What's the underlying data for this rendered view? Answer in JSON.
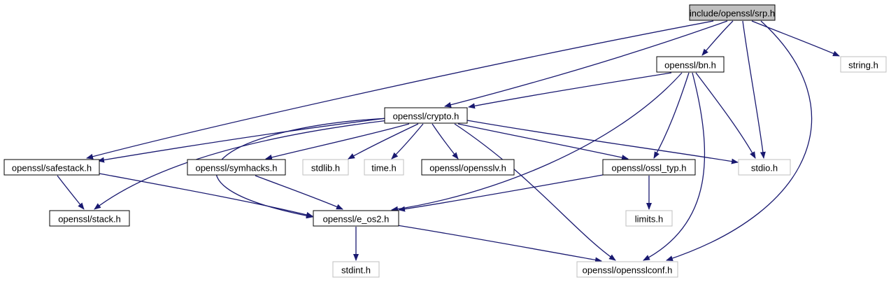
{
  "colors": {
    "edge": "#191970",
    "root_fill": "#bfbfbf",
    "root_border": "#000000",
    "doc_border": "#000000",
    "external_border": "#bfbfbf",
    "node_fill": "#ffffff"
  },
  "nodes": [
    {
      "id": "srp",
      "label": "include/openssl/srp.h",
      "kind": "root"
    },
    {
      "id": "bn",
      "label": "openssl/bn.h",
      "kind": "documented"
    },
    {
      "id": "string",
      "label": "string.h",
      "kind": "external"
    },
    {
      "id": "crypto",
      "label": "openssl/crypto.h",
      "kind": "documented"
    },
    {
      "id": "safestack",
      "label": "openssl/safestack.h",
      "kind": "documented"
    },
    {
      "id": "symhacks",
      "label": "openssl/symhacks.h",
      "kind": "documented"
    },
    {
      "id": "stdlib",
      "label": "stdlib.h",
      "kind": "external"
    },
    {
      "id": "time",
      "label": "time.h",
      "kind": "external"
    },
    {
      "id": "opensslv",
      "label": "openssl/opensslv.h",
      "kind": "documented"
    },
    {
      "id": "ossl_typ",
      "label": "openssl/ossl_typ.h",
      "kind": "documented"
    },
    {
      "id": "stdio",
      "label": "stdio.h",
      "kind": "external"
    },
    {
      "id": "stack",
      "label": "openssl/stack.h",
      "kind": "documented"
    },
    {
      "id": "e_os2",
      "label": "openssl/e_os2.h",
      "kind": "documented"
    },
    {
      "id": "limits",
      "label": "limits.h",
      "kind": "external"
    },
    {
      "id": "stdint",
      "label": "stdint.h",
      "kind": "external"
    },
    {
      "id": "opensslconf",
      "label": "openssl/opensslconf.h",
      "kind": "external"
    }
  ],
  "edges": [
    {
      "from": "srp",
      "to": "bn"
    },
    {
      "from": "srp",
      "to": "string"
    },
    {
      "from": "srp",
      "to": "crypto"
    },
    {
      "from": "srp",
      "to": "safestack"
    },
    {
      "from": "srp",
      "to": "stdio"
    },
    {
      "from": "srp",
      "to": "opensslconf"
    },
    {
      "from": "bn",
      "to": "crypto"
    },
    {
      "from": "bn",
      "to": "e_os2"
    },
    {
      "from": "bn",
      "to": "ossl_typ"
    },
    {
      "from": "bn",
      "to": "stdio"
    },
    {
      "from": "bn",
      "to": "opensslconf"
    },
    {
      "from": "crypto",
      "to": "safestack"
    },
    {
      "from": "crypto",
      "to": "stack"
    },
    {
      "from": "crypto",
      "to": "e_os2"
    },
    {
      "from": "crypto",
      "to": "symhacks"
    },
    {
      "from": "crypto",
      "to": "stdlib"
    },
    {
      "from": "crypto",
      "to": "time"
    },
    {
      "from": "crypto",
      "to": "opensslv"
    },
    {
      "from": "crypto",
      "to": "ossl_typ"
    },
    {
      "from": "crypto",
      "to": "stdio"
    },
    {
      "from": "crypto",
      "to": "opensslconf"
    },
    {
      "from": "safestack",
      "to": "stack"
    },
    {
      "from": "safestack",
      "to": "e_os2"
    },
    {
      "from": "symhacks",
      "to": "e_os2"
    },
    {
      "from": "ossl_typ",
      "to": "e_os2"
    },
    {
      "from": "ossl_typ",
      "to": "limits"
    },
    {
      "from": "e_os2",
      "to": "stdint"
    },
    {
      "from": "e_os2",
      "to": "opensslconf"
    }
  ]
}
